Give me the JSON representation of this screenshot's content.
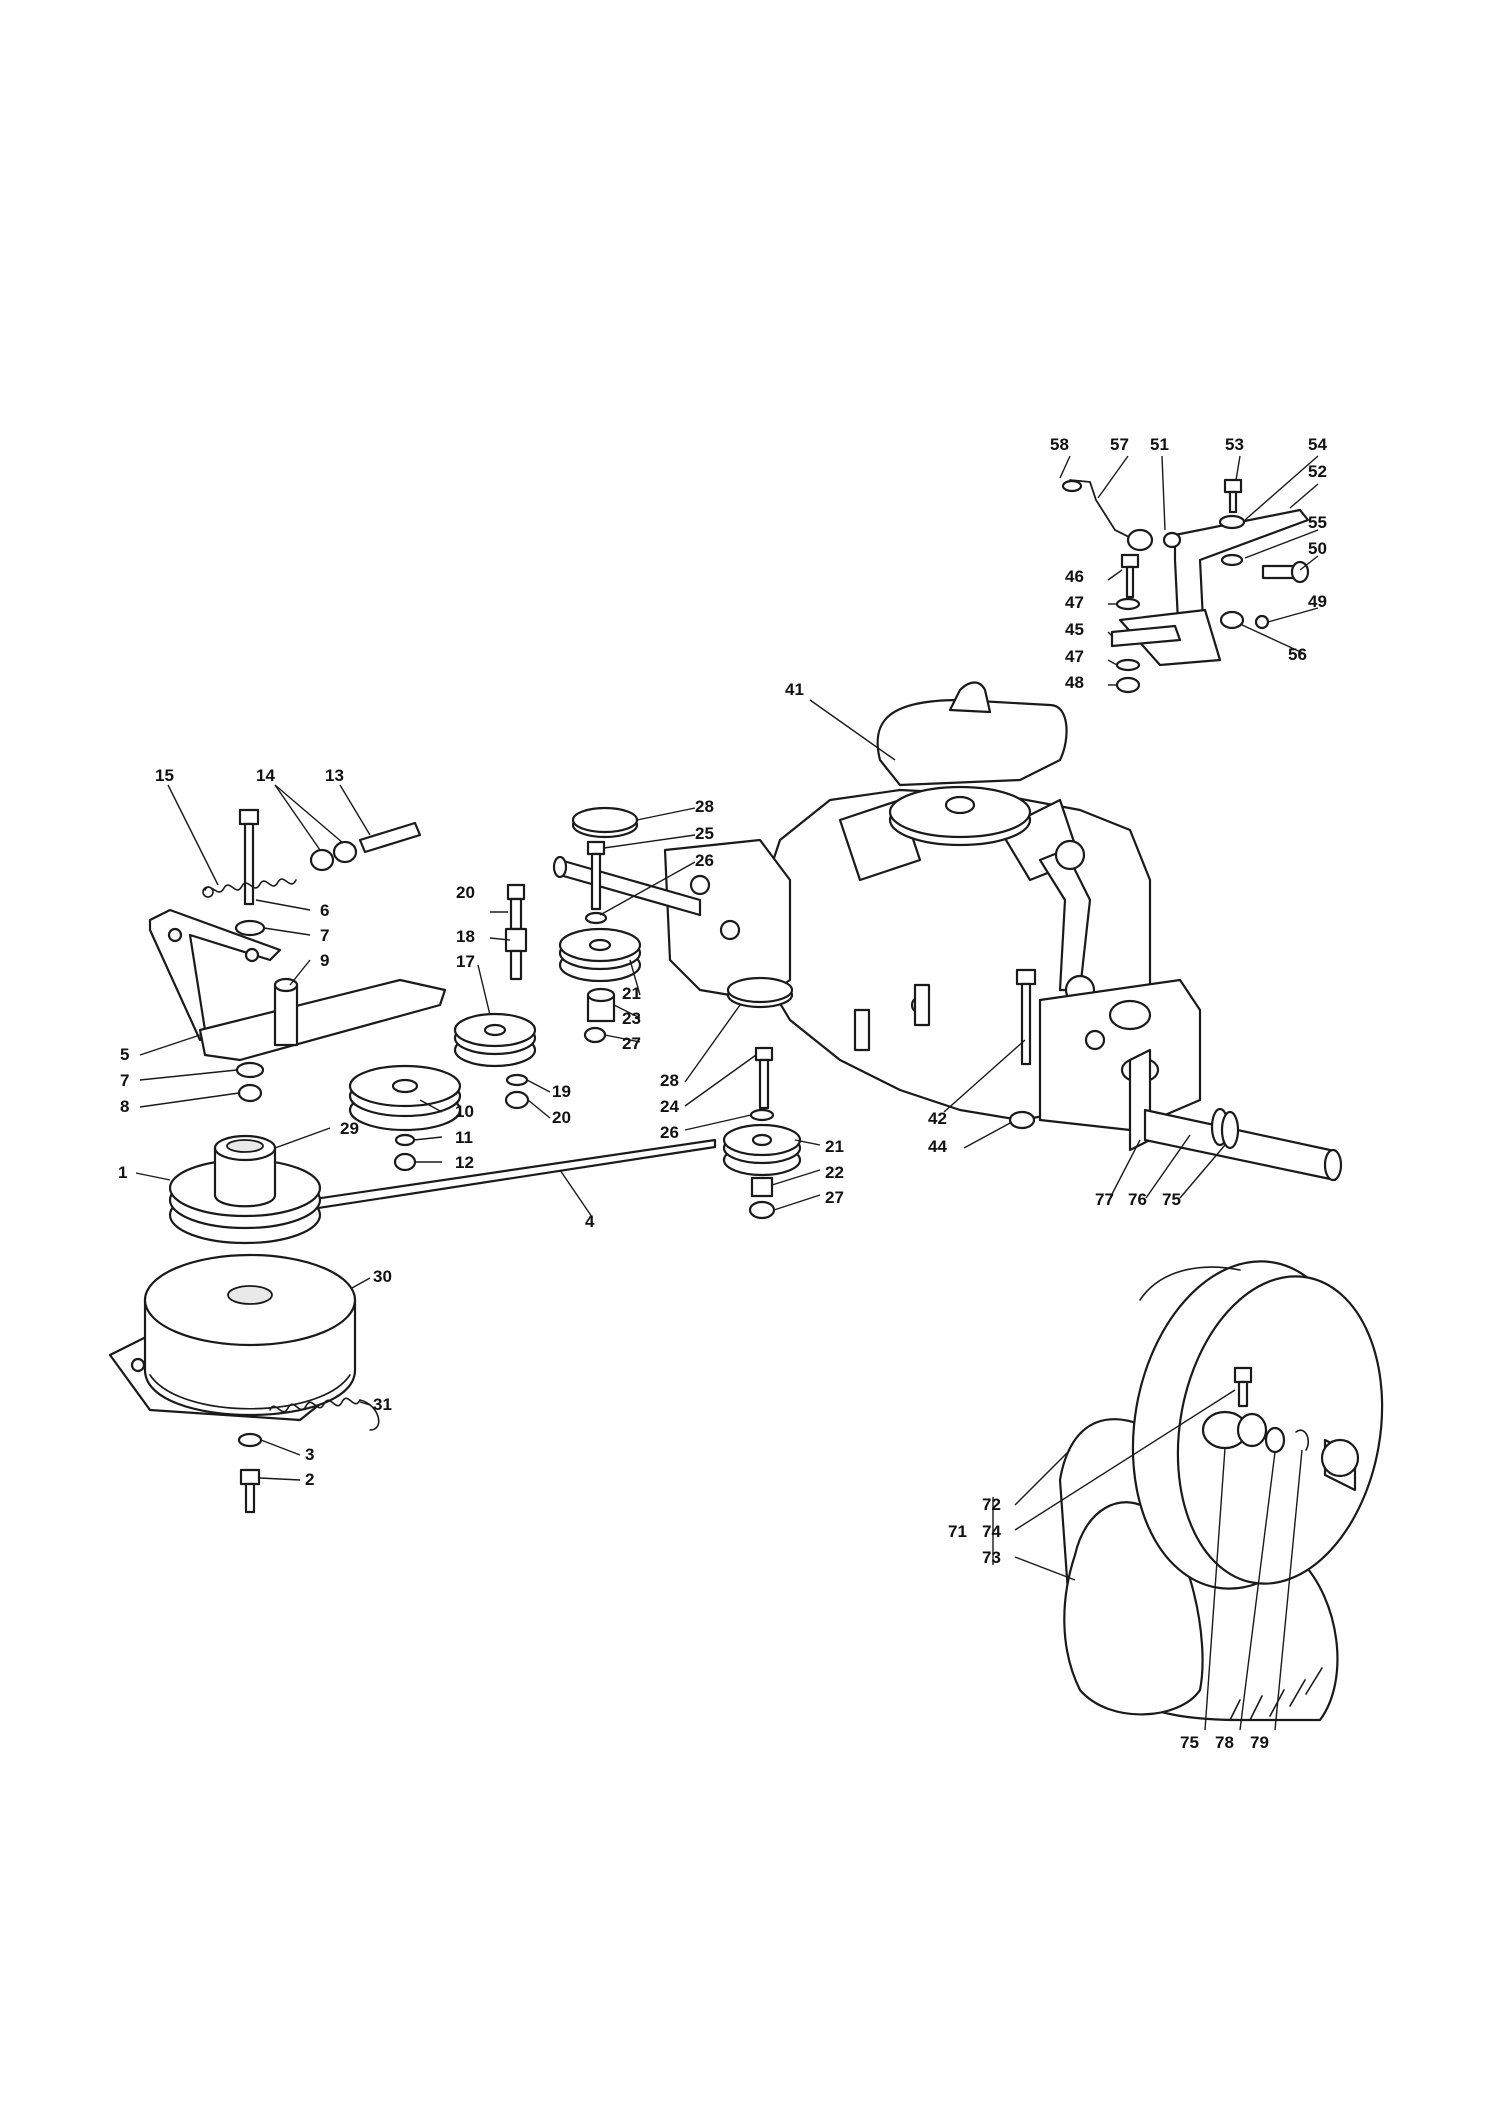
{
  "callouts": {
    "c1": "1",
    "c2": "2",
    "c3": "3",
    "c4": "4",
    "c5": "5",
    "c6": "6",
    "c7a": "7",
    "c7b": "7",
    "c8": "8",
    "c9": "9",
    "c10": "10",
    "c11": "11",
    "c12": "12",
    "c13": "13",
    "c14": "14",
    "c15": "15",
    "c17": "17",
    "c18": "18",
    "c19": "19",
    "c20a": "20",
    "c20b": "20",
    "c21a": "21",
    "c21b": "21",
    "c22": "22",
    "c23": "23",
    "c24": "24",
    "c25": "25",
    "c26a": "26",
    "c26b": "26",
    "c27a": "27",
    "c27b": "27",
    "c28a": "28",
    "c28b": "28",
    "c29": "29",
    "c30": "30",
    "c31": "31",
    "c41": "41",
    "c42": "42",
    "c44": "44",
    "c45": "45",
    "c46": "46",
    "c47a": "47",
    "c47b": "47",
    "c48": "48",
    "c49": "49",
    "c50": "50",
    "c51": "51",
    "c52": "52",
    "c53": "53",
    "c54": "54",
    "c55": "55",
    "c56": "56",
    "c57": "57",
    "c58": "58",
    "c71": "71",
    "c72": "72",
    "c73": "73",
    "c74": "74",
    "c75a": "75",
    "c75b": "75",
    "c76": "76",
    "c77": "77",
    "c78": "78",
    "c79": "79"
  }
}
